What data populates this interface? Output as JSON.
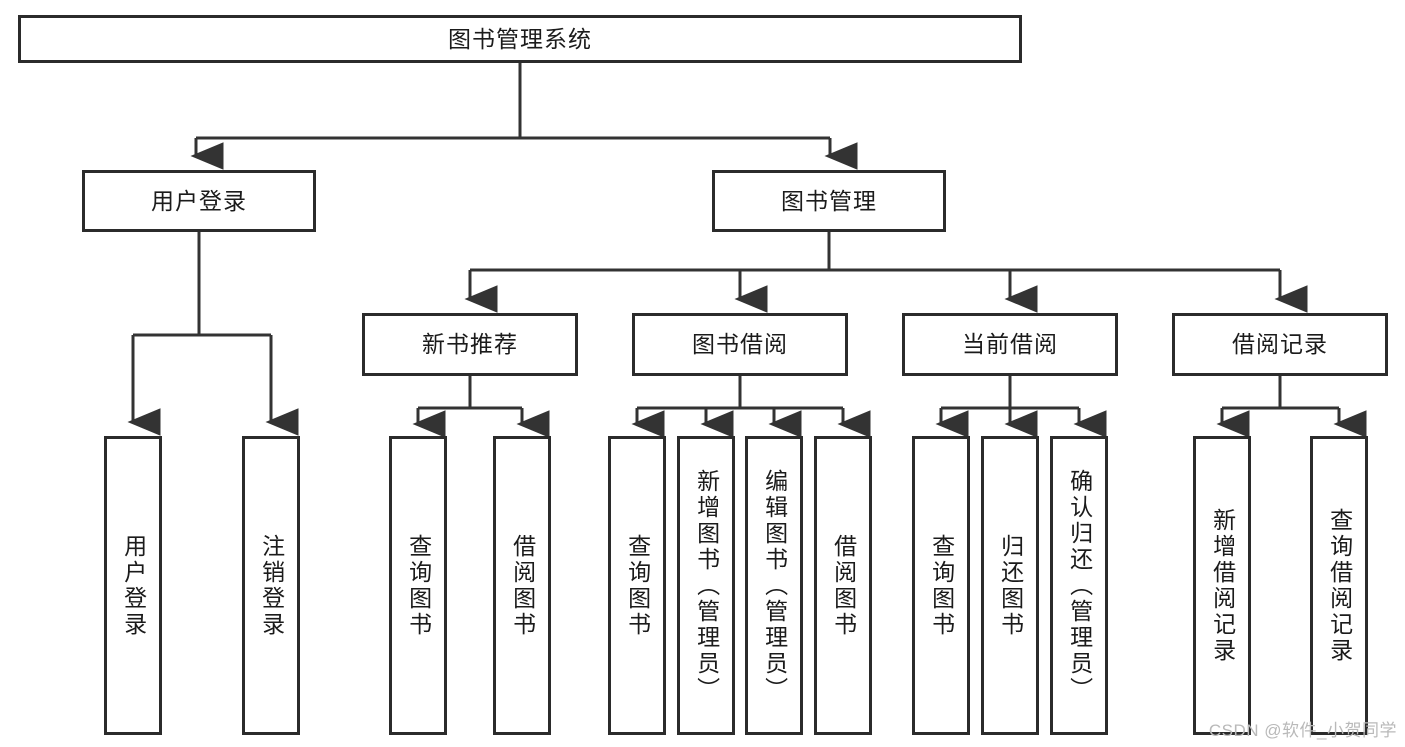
{
  "diagram": {
    "type": "tree-hierarchy",
    "title": "图书管理系统",
    "orientation": "top-down",
    "colors": {
      "box_border": "#2b2b2b",
      "box_fill": "#ffffff",
      "line": "#333333",
      "text": "#1b1b1b",
      "watermark": "#b9b9b9"
    },
    "levels": {
      "root": {
        "label": "图书管理系统"
      },
      "level2": [
        {
          "label": "用户登录"
        },
        {
          "label": "图书管理"
        }
      ],
      "level3": [
        {
          "label": "新书推荐"
        },
        {
          "label": "图书借阅"
        },
        {
          "label": "当前借阅"
        },
        {
          "label": "借阅记录"
        }
      ],
      "leaves": [
        {
          "label": "用户登录",
          "parent": "用户登录"
        },
        {
          "label": "注销登录",
          "parent": "用户登录"
        },
        {
          "label": "查询图书",
          "parent": "新书推荐"
        },
        {
          "label": "借阅图书",
          "parent": "新书推荐"
        },
        {
          "label": "查询图书",
          "parent": "图书借阅"
        },
        {
          "label": "新增图书（管理员）",
          "parent": "图书借阅"
        },
        {
          "label": "编辑图书（管理员）",
          "parent": "图书借阅"
        },
        {
          "label": "借阅图书",
          "parent": "图书借阅"
        },
        {
          "label": "查询图书",
          "parent": "当前借阅"
        },
        {
          "label": "归还图书",
          "parent": "当前借阅"
        },
        {
          "label": "确认归还（管理员）",
          "parent": "当前借阅"
        },
        {
          "label": "新增借阅记录",
          "parent": "借阅记录"
        },
        {
          "label": "查询借阅记录",
          "parent": "借阅记录"
        }
      ]
    }
  },
  "watermark": {
    "text": "CSDN @软件_小贺同学"
  }
}
